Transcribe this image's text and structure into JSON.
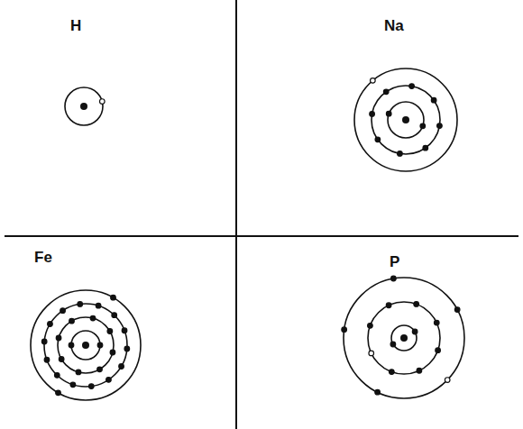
{
  "diagram": {
    "labels": [
      "H",
      "Na",
      "Fe",
      "P"
    ]
  }
}
